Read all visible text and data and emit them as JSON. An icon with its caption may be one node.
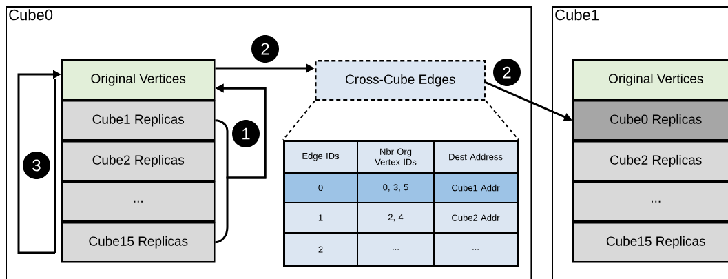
{
  "diagram": {
    "nodes": [
      {
        "text": [
          "Cube0"
        ]
      },
      {
        "text": [
          "Original Vertices"
        ],
        "in": 0
      },
      {
        "text": [
          "Cube1 Replicas"
        ],
        "in": 0
      },
      {
        "text": [
          "Cube2 Replicas"
        ],
        "in": 0
      },
      {
        "text": [
          "..."
        ],
        "in": 0
      },
      {
        "text": [
          "Cube15 Replicas"
        ],
        "in": 0
      },
      {
        "text": [
          "Cross-Cube Edges"
        ],
        "in": 0
      },
      {
        "text": [
          "Cube1"
        ]
      },
      {
        "text": [
          "Original Vertices"
        ],
        "in": 7
      },
      {
        "text": [
          "Cube0 Replicas"
        ],
        "in": 7
      },
      {
        "text": [
          "Cube2 Replicas"
        ],
        "in": 7
      },
      {
        "text": [
          "..."
        ],
        "in": 7
      },
      {
        "text": [
          "Cube15 Replicas"
        ],
        "in": 7
      },
      {
        "text": [],
        "shape": "box",
        "in": 0
      }
    ],
    "edges": [
      {
        "from": 2,
        "to": 1,
        "arrow": "to",
        "label": "1"
      },
      {
        "from": 5,
        "to": 1,
        "arrow": "to"
      },
      {
        "from": 1,
        "to": 6,
        "arrow": "to",
        "label": "2"
      },
      {
        "from": 6,
        "to": 9,
        "arrow": "to",
        "label": "2"
      },
      {
        "from": 5,
        "to": 1,
        "arrow": "to",
        "label": "3"
      },
      {
        "from": 6,
        "to": 13,
        "arrow": "none",
        "style": "dashed"
      },
      {
        "from": 6,
        "to": 13,
        "arrow": "none",
        "style": "dashed"
      }
    ],
    "labels": [
      "Edge IDs",
      "Nbr Org Vertex IDs",
      "Dest Address",
      "0",
      "0, 3, 5",
      "Cube1 Addr",
      "1",
      "2, 4",
      "Cube2 Addr",
      "2",
      "...",
      "..."
    ]
  }
}
